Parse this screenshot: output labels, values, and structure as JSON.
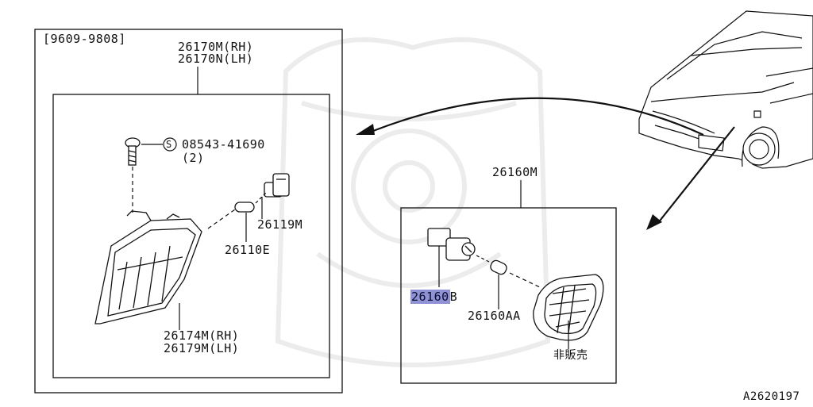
{
  "diagram": {
    "date_range": "[9609-9808]",
    "left_assembly": {
      "lamp_part_rh": "26170M(RH)",
      "lamp_part_lh": "26170N(LH)",
      "screw_prefix": "S",
      "screw_part": "08543-41690",
      "screw_qty": "(2)",
      "socket_part": "26119M",
      "bulb_part": "26110E",
      "lens_part_rh": "26174M(RH)",
      "lens_part_lh": "26179M(LH)"
    },
    "right_assembly": {
      "side_lamp_part": "26160M",
      "selected_part_main": "26160",
      "selected_part_suffix": "B",
      "bulb_part": "26160AA",
      "not_sold_label": "非販売"
    },
    "figure_code": "A2620197"
  }
}
